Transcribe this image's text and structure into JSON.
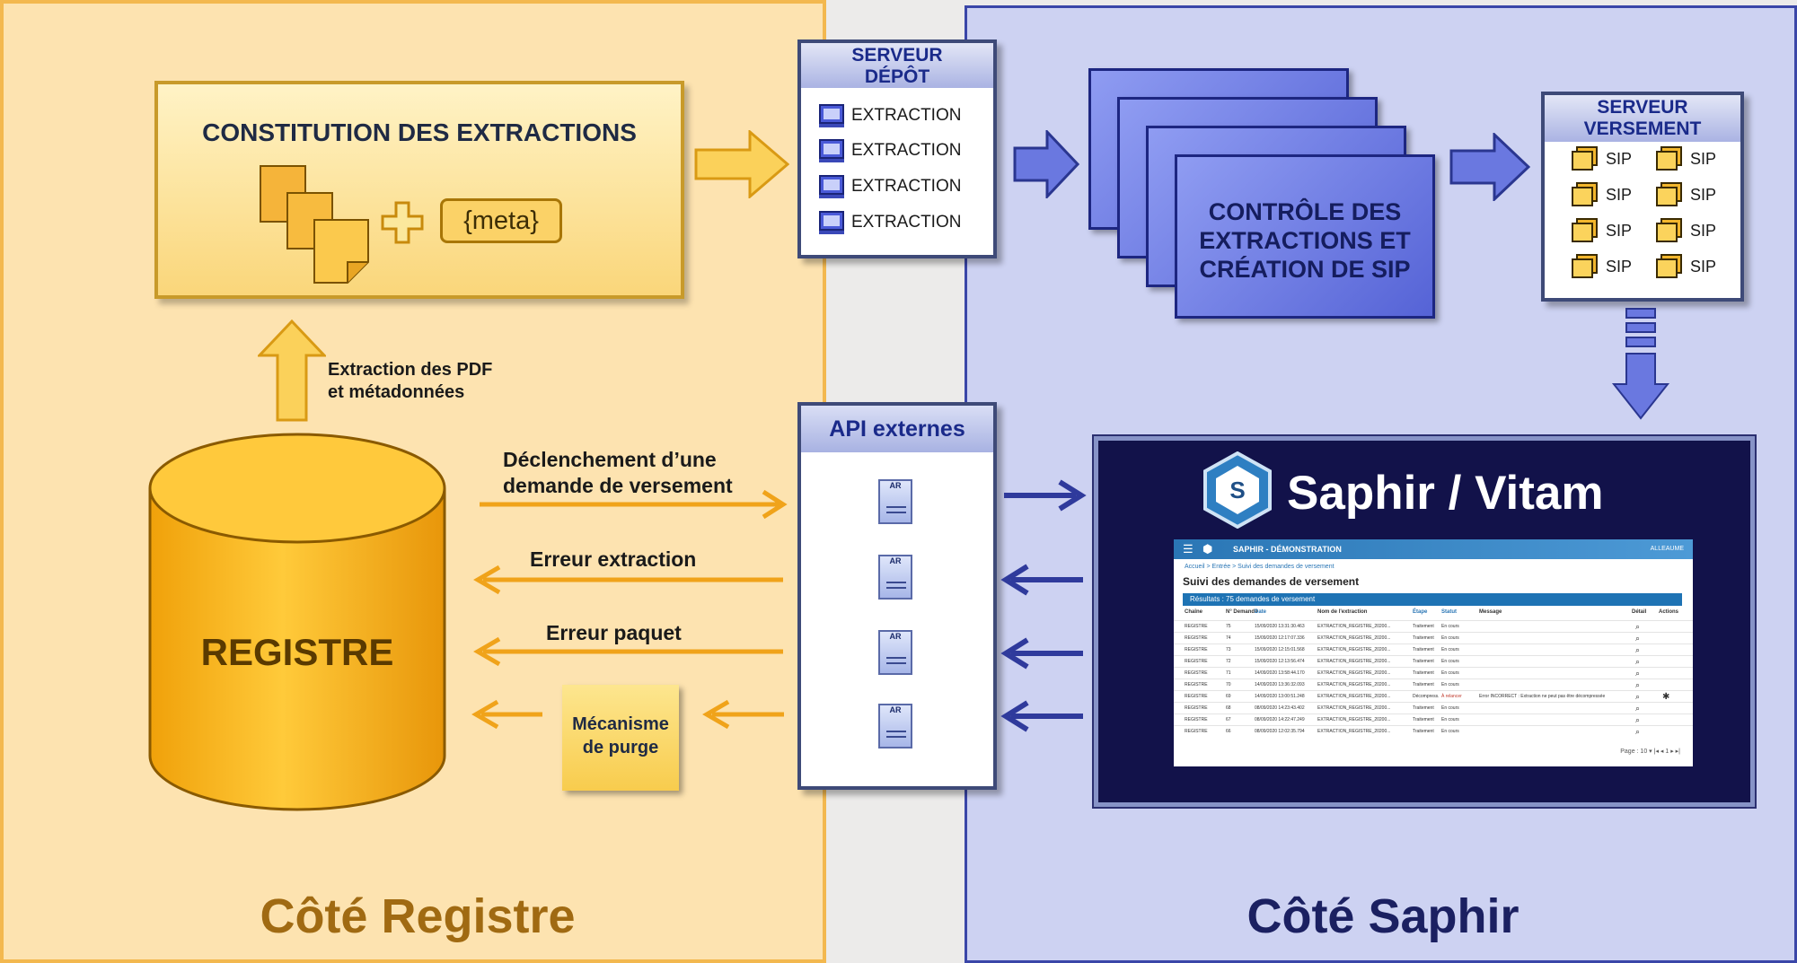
{
  "left_panel": {
    "title": "Côté Registre"
  },
  "right_panel": {
    "title": "Côté Saphir"
  },
  "constitution": {
    "title": "CONSTITUTION DES EXTRACTIONS",
    "meta_label": "{meta}"
  },
  "extraction_pdf_label": [
    "Extraction des PDF",
    "et métadonnées"
  ],
  "registre": {
    "label": "REGISTRE"
  },
  "serveur_depot": {
    "title_lines": [
      "SERVEUR",
      "DÉPÔT"
    ],
    "items": [
      "EXTRACTION",
      "EXTRACTION",
      "EXTRACTION",
      "EXTRACTION"
    ]
  },
  "controle": {
    "lines": [
      "CONTRÔLE DES",
      "EXTRACTIONS ET",
      "CRÉATION DE SIP"
    ]
  },
  "serveur_versement": {
    "title_lines": [
      "SERVEUR",
      "VERSEMENT"
    ],
    "items": [
      "SIP",
      "SIP",
      "SIP",
      "SIP",
      "SIP",
      "SIP",
      "SIP",
      "SIP"
    ]
  },
  "api": {
    "title": "API externes",
    "doc_label": "AR"
  },
  "flows": {
    "declenchement": [
      "Déclenchement d’une",
      "demande de versement"
    ],
    "erreur_extraction": "Erreur extraction",
    "erreur_paquet": "Erreur paquet"
  },
  "purge": {
    "lines": [
      "Mécanisme",
      "de purge"
    ]
  },
  "saphir": {
    "title": "Saphir / Vitam",
    "logo_letter": "S",
    "screenshot": {
      "app_name": "SAPHIR - DÉMONSTRATION",
      "user": "ALLEAUME",
      "breadcrumb": "Accueil > Entrée > Suivi des demandes de versement",
      "page_title": "Suivi des demandes de versement",
      "results": "Résultats : 75 demandes de versement",
      "columns": [
        "Chaîne",
        "N° Demande",
        "Date",
        "Nom de l'extraction",
        "Étape",
        "Statut",
        "Message",
        "Détail",
        "Actions"
      ],
      "rows": [
        [
          "REGISTRE",
          "75",
          "15/09/2020 13:31:30.463",
          "EXTRACTION_REGISTRE_20200...",
          "Traitement",
          "En cours",
          ""
        ],
        [
          "REGISTRE",
          "74",
          "15/09/2020 12:17:07.336",
          "EXTRACTION_REGISTRE_20200...",
          "Traitement",
          "En cours",
          ""
        ],
        [
          "REGISTRE",
          "73",
          "15/09/2020 12:15:01.568",
          "EXTRACTION_REGISTRE_20200...",
          "Traitement",
          "En cours",
          ""
        ],
        [
          "REGISTRE",
          "72",
          "15/09/2020 12:13:56.474",
          "EXTRACTION_REGISTRE_20200...",
          "Traitement",
          "En cours",
          ""
        ],
        [
          "REGISTRE",
          "71",
          "14/09/2020 13:58:44.170",
          "EXTRACTION_REGISTRE_20200...",
          "Traitement",
          "En cours",
          ""
        ],
        [
          "REGISTRE",
          "70",
          "14/09/2020 13:36:32.093",
          "EXTRACTION_REGISTRE_20200...",
          "Traitement",
          "En cours",
          ""
        ],
        [
          "REGISTRE",
          "69",
          "14/09/2020 13:00:51.248",
          "EXTRACTION_REGISTRE_20200...",
          "Décompress.",
          "À relancer",
          "Error INCORRECT : Extraction ne peut pas être décompressée"
        ],
        [
          "REGISTRE",
          "68",
          "08/09/2020 14:23:43.402",
          "EXTRACTION_REGISTRE_20200...",
          "Traitement",
          "En cours",
          ""
        ],
        [
          "REGISTRE",
          "67",
          "08/09/2020 14:22:47.249",
          "EXTRACTION_REGISTRE_20200...",
          "Traitement",
          "En cours",
          ""
        ],
        [
          "REGISTRE",
          "66",
          "08/09/2020 12:02:35.794",
          "EXTRACTION_REGISTRE_20200...",
          "Traitement",
          "En cours",
          ""
        ]
      ],
      "pager": "Page : 10 ▾   |◂  ◂  1  ▸  ▸|"
    }
  },
  "colors": {
    "left_bg": "#fde3b0",
    "right_bg": "#cdd2f2",
    "orange_arrow": "#f0a31a",
    "blue_arrow": "#2f3a9c",
    "left_title": "#a06a12",
    "right_title": "#1b2061"
  }
}
